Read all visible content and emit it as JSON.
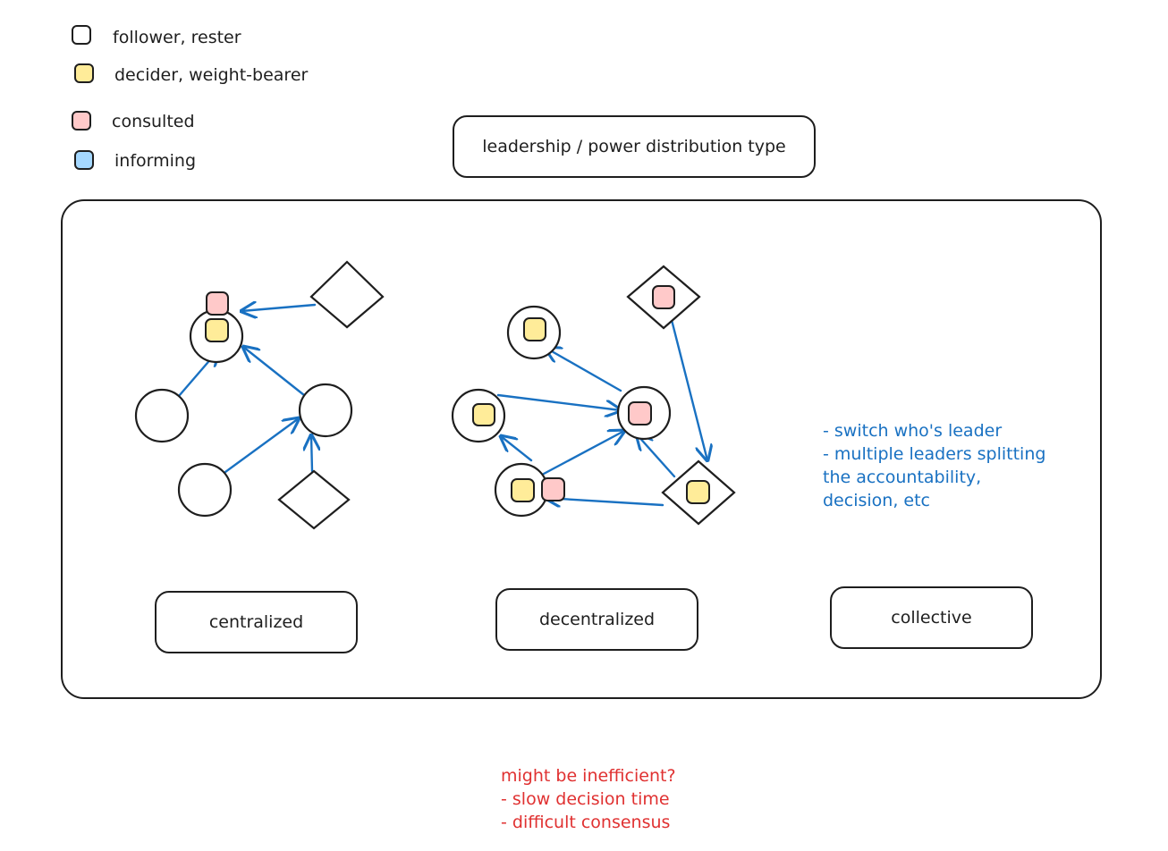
{
  "legend": {
    "items": [
      {
        "label": "follower, rester",
        "color": "#ffffff"
      },
      {
        "label": "decider, weight-bearer",
        "color": "#ffec99"
      },
      {
        "label": "consulted",
        "color": "#ffc9c9"
      },
      {
        "label": "informing",
        "color": "#a5d8ff"
      }
    ]
  },
  "title_box": {
    "label": "leadership / power distribution type"
  },
  "categories": [
    {
      "label": "centralized"
    },
    {
      "label": "decentralized"
    },
    {
      "label": "collective"
    }
  ],
  "collective_note": {
    "lines": [
      "- switch who's leader",
      "- multiple leaders splitting",
      "the accountability,",
      "decision, etc"
    ],
    "color": "#1971c2"
  },
  "bottom_note": {
    "lines": [
      "might be inefficient?",
      "- slow decision time",
      "- difficult consensus"
    ],
    "color": "#e03131"
  },
  "colors": {
    "stroke": "#1e1e1e",
    "arrow": "#1971c2",
    "decider": "#ffec99",
    "consulted": "#ffc9c9",
    "informing": "#a5d8ff",
    "follower": "#ffffff"
  }
}
